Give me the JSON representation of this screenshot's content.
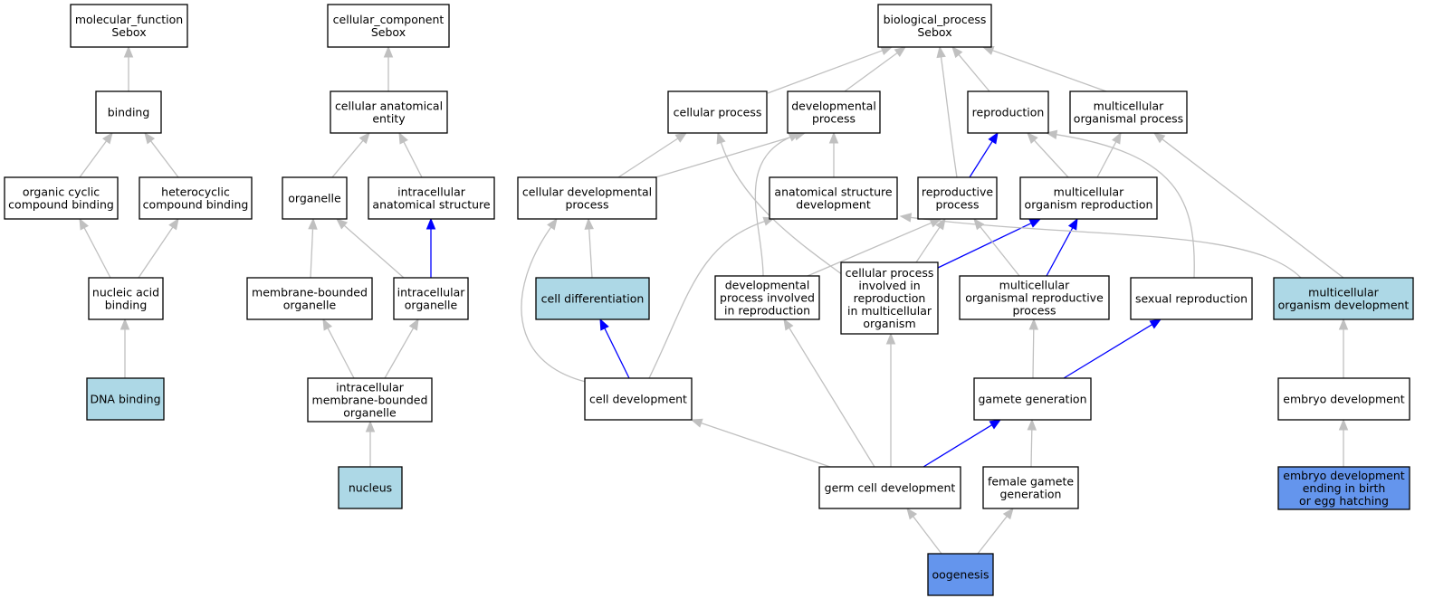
{
  "colors": {
    "default_fill": "#ffffff",
    "highlight_fill": "#add8e6",
    "query_fill": "#6495ed",
    "gray_edge": "#c0c0c0",
    "blue_edge": "#0000ff"
  },
  "nodes": [
    {
      "id": "mf",
      "name": "node-molecular-function",
      "lines": [
        "molecular_function",
        "Sebox"
      ],
      "style": "default"
    },
    {
      "id": "binding",
      "name": "node-binding",
      "lines": [
        "binding"
      ],
      "style": "default"
    },
    {
      "id": "organic_cyclic",
      "name": "node-organic-cyclic-compound-binding",
      "lines": [
        "organic cyclic",
        "compound binding"
      ],
      "style": "default"
    },
    {
      "id": "heterocyclic",
      "name": "node-heterocyclic-compound-binding",
      "lines": [
        "heterocyclic",
        "compound binding"
      ],
      "style": "default"
    },
    {
      "id": "nucleic_acid",
      "name": "node-nucleic-acid-binding",
      "lines": [
        "nucleic acid",
        "binding"
      ],
      "style": "default"
    },
    {
      "id": "dna_binding",
      "name": "node-dna-binding",
      "lines": [
        "DNA binding"
      ],
      "style": "highlight"
    },
    {
      "id": "cc",
      "name": "node-cellular-component",
      "lines": [
        "cellular_component",
        "Sebox"
      ],
      "style": "default"
    },
    {
      "id": "cae",
      "name": "node-cellular-anatomical-entity",
      "lines": [
        "cellular anatomical",
        "entity"
      ],
      "style": "default"
    },
    {
      "id": "organelle",
      "name": "node-organelle",
      "lines": [
        "organelle"
      ],
      "style": "default"
    },
    {
      "id": "ias",
      "name": "node-intracellular-anatomical-structure",
      "lines": [
        "intracellular",
        "anatomical structure"
      ],
      "style": "default"
    },
    {
      "id": "mbo",
      "name": "node-membrane-bounded-organelle",
      "lines": [
        "membrane-bounded",
        "organelle"
      ],
      "style": "default"
    },
    {
      "id": "io",
      "name": "node-intracellular-organelle",
      "lines": [
        "intracellular",
        "organelle"
      ],
      "style": "default"
    },
    {
      "id": "imbo",
      "name": "node-intracellular-membrane-bounded-organelle",
      "lines": [
        "intracellular",
        "membrane-bounded",
        "organelle"
      ],
      "style": "default"
    },
    {
      "id": "nucleus",
      "name": "node-nucleus",
      "lines": [
        "nucleus"
      ],
      "style": "highlight"
    },
    {
      "id": "bp",
      "name": "node-biological-process",
      "lines": [
        "biological_process",
        "Sebox"
      ],
      "style": "default"
    },
    {
      "id": "cellular_process",
      "name": "node-cellular-process",
      "lines": [
        "cellular process"
      ],
      "style": "default"
    },
    {
      "id": "dev_process",
      "name": "node-developmental-process",
      "lines": [
        "developmental",
        "process"
      ],
      "style": "default"
    },
    {
      "id": "reproduction",
      "name": "node-reproduction",
      "lines": [
        "reproduction"
      ],
      "style": "default"
    },
    {
      "id": "mop",
      "name": "node-multicellular-organismal-process",
      "lines": [
        "multicellular",
        "organismal process"
      ],
      "style": "default"
    },
    {
      "id": "cdp",
      "name": "node-cellular-developmental-process",
      "lines": [
        "cellular developmental",
        "process"
      ],
      "style": "default"
    },
    {
      "id": "asd",
      "name": "node-anatomical-structure-development",
      "lines": [
        "anatomical structure",
        "development"
      ],
      "style": "default"
    },
    {
      "id": "rp",
      "name": "node-reproductive-process",
      "lines": [
        "reproductive",
        "process"
      ],
      "style": "default"
    },
    {
      "id": "mor",
      "name": "node-multicellular-organism-reproduction",
      "lines": [
        "multicellular",
        "organism reproduction"
      ],
      "style": "default"
    },
    {
      "id": "cell_diff",
      "name": "node-cell-differentiation",
      "lines": [
        "cell differentiation"
      ],
      "style": "highlight"
    },
    {
      "id": "dpir",
      "name": "node-developmental-process-involved-in-reproduction",
      "lines": [
        "developmental",
        "process involved",
        "in reproduction"
      ],
      "style": "default"
    },
    {
      "id": "cpirmo",
      "name": "node-cellular-process-involved-in-reproduction-in-multicellular-organism",
      "lines": [
        "cellular process",
        "involved in",
        "reproduction",
        "in multicellular",
        "organism"
      ],
      "style": "default"
    },
    {
      "id": "morp",
      "name": "node-multicellular-organismal-reproductive-process",
      "lines": [
        "multicellular",
        "organismal reproductive",
        "process"
      ],
      "style": "default"
    },
    {
      "id": "sexual_repro",
      "name": "node-sexual-reproduction",
      "lines": [
        "sexual reproduction"
      ],
      "style": "default"
    },
    {
      "id": "mod",
      "name": "node-multicellular-organism-development",
      "lines": [
        "multicellular",
        "organism development"
      ],
      "style": "highlight"
    },
    {
      "id": "cell_dev",
      "name": "node-cell-development",
      "lines": [
        "cell development"
      ],
      "style": "default"
    },
    {
      "id": "gamete_gen",
      "name": "node-gamete-generation",
      "lines": [
        "gamete generation"
      ],
      "style": "default"
    },
    {
      "id": "embryo_dev",
      "name": "node-embryo-development",
      "lines": [
        "embryo development"
      ],
      "style": "default"
    },
    {
      "id": "germ_cell_dev",
      "name": "node-germ-cell-development",
      "lines": [
        "germ cell development"
      ],
      "style": "default"
    },
    {
      "id": "female_gamete",
      "name": "node-female-gamete-generation",
      "lines": [
        "female gamete",
        "generation"
      ],
      "style": "default"
    },
    {
      "id": "embryo_birth",
      "name": "node-embryo-development-ending-in-birth-or-egg-hatching",
      "lines": [
        "embryo development",
        "ending in birth",
        "or egg hatching"
      ],
      "style": "query"
    },
    {
      "id": "oogenesis",
      "name": "node-oogenesis",
      "lines": [
        "oogenesis"
      ],
      "style": "query"
    }
  ],
  "edges": [
    {
      "from": "binding",
      "to": "mf",
      "color": "gray"
    },
    {
      "from": "organic_cyclic",
      "to": "binding",
      "color": "gray"
    },
    {
      "from": "heterocyclic",
      "to": "binding",
      "color": "gray"
    },
    {
      "from": "nucleic_acid",
      "to": "organic_cyclic",
      "color": "gray"
    },
    {
      "from": "nucleic_acid",
      "to": "heterocyclic",
      "color": "gray"
    },
    {
      "from": "dna_binding",
      "to": "nucleic_acid",
      "color": "gray"
    },
    {
      "from": "cae",
      "to": "cc",
      "color": "gray"
    },
    {
      "from": "organelle",
      "to": "cae",
      "color": "gray"
    },
    {
      "from": "ias",
      "to": "cae",
      "color": "gray"
    },
    {
      "from": "mbo",
      "to": "organelle",
      "color": "gray"
    },
    {
      "from": "io",
      "to": "organelle",
      "color": "gray"
    },
    {
      "from": "io",
      "to": "ias",
      "color": "blue"
    },
    {
      "from": "imbo",
      "to": "mbo",
      "color": "gray"
    },
    {
      "from": "imbo",
      "to": "io",
      "color": "gray"
    },
    {
      "from": "nucleus",
      "to": "imbo",
      "color": "gray"
    },
    {
      "from": "cellular_process",
      "to": "bp",
      "color": "gray"
    },
    {
      "from": "dev_process",
      "to": "bp",
      "color": "gray"
    },
    {
      "from": "reproduction",
      "to": "bp",
      "color": "gray"
    },
    {
      "from": "mop",
      "to": "bp",
      "color": "gray"
    },
    {
      "from": "rp",
      "to": "bp",
      "color": "gray"
    },
    {
      "from": "cdp",
      "to": "cellular_process",
      "color": "gray"
    },
    {
      "from": "cdp",
      "to": "dev_process",
      "color": "gray"
    },
    {
      "from": "asd",
      "to": "dev_process",
      "color": "gray"
    },
    {
      "from": "rp",
      "to": "reproduction",
      "color": "blue"
    },
    {
      "from": "mor",
      "to": "reproduction",
      "color": "gray"
    },
    {
      "from": "mor",
      "to": "mop",
      "color": "gray"
    },
    {
      "from": "cell_diff",
      "to": "cdp",
      "color": "gray"
    },
    {
      "from": "dpir",
      "to": "dev_process",
      "color": "gray"
    },
    {
      "from": "dpir",
      "to": "rp",
      "color": "gray"
    },
    {
      "from": "cpirmo",
      "to": "cellular_process",
      "color": "gray"
    },
    {
      "from": "cpirmo",
      "to": "rp",
      "color": "gray"
    },
    {
      "from": "cpirmo",
      "to": "mor",
      "color": "blue"
    },
    {
      "from": "morp",
      "to": "rp",
      "color": "gray"
    },
    {
      "from": "morp",
      "to": "mor",
      "color": "blue"
    },
    {
      "from": "sexual_repro",
      "to": "reproduction",
      "color": "gray"
    },
    {
      "from": "mod",
      "to": "mop",
      "color": "gray"
    },
    {
      "from": "mod",
      "to": "asd",
      "color": "gray"
    },
    {
      "from": "cell_dev",
      "to": "cdp",
      "color": "gray"
    },
    {
      "from": "cell_dev",
      "to": "cell_diff",
      "color": "blue"
    },
    {
      "from": "cell_dev",
      "to": "asd",
      "color": "gray"
    },
    {
      "from": "gamete_gen",
      "to": "morp",
      "color": "gray"
    },
    {
      "from": "gamete_gen",
      "to": "sexual_repro",
      "color": "blue"
    },
    {
      "from": "embryo_dev",
      "to": "mod",
      "color": "gray"
    },
    {
      "from": "germ_cell_dev",
      "to": "cell_dev",
      "color": "gray"
    },
    {
      "from": "germ_cell_dev",
      "to": "dpir",
      "color": "gray"
    },
    {
      "from": "germ_cell_dev",
      "to": "cpirmo",
      "color": "gray"
    },
    {
      "from": "germ_cell_dev",
      "to": "gamete_gen",
      "color": "blue"
    },
    {
      "from": "female_gamete",
      "to": "gamete_gen",
      "color": "gray"
    },
    {
      "from": "embryo_birth",
      "to": "embryo_dev",
      "color": "gray"
    },
    {
      "from": "oogenesis",
      "to": "germ_cell_dev",
      "color": "gray"
    },
    {
      "from": "oogenesis",
      "to": "female_gamete",
      "color": "gray"
    }
  ]
}
